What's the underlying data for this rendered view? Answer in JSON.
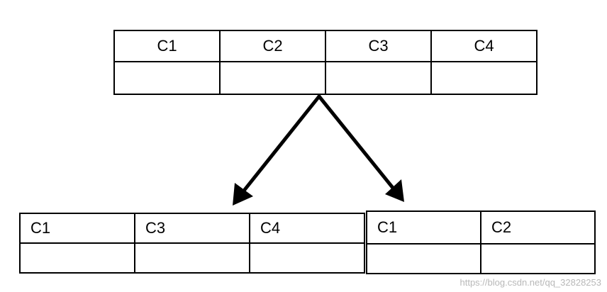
{
  "top_table": {
    "headers": [
      "C1",
      "C2",
      "C3",
      "C4"
    ]
  },
  "left_table": {
    "headers": [
      "C1",
      "C3",
      "C4"
    ]
  },
  "right_table": {
    "headers": [
      "C1",
      "C2"
    ]
  },
  "watermark": "https://blog.csdn.net/qq_32828253"
}
